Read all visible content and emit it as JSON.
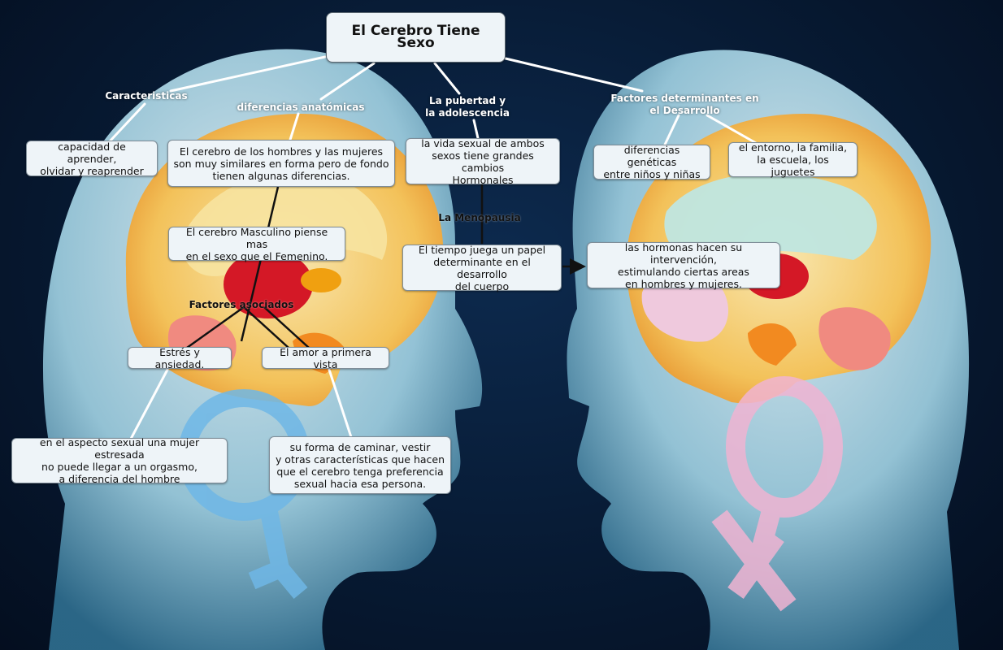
{
  "root": "El Cerebro Tiene Sexo",
  "labels": {
    "caracteristicas": "Caracteristicas",
    "diferencias": "diferencias anatómicas",
    "pubertad": "La pubertad y\nla adolescencia",
    "factores_desarrollo": "Factores determinantes en\nel Desarrollo",
    "menopausia": "La Menopausia",
    "factores_asociados": "Factores asociados"
  },
  "nodes": {
    "capacidad": "capacidad de aprender,\nolvidar y reaprender",
    "cerebro_similares": "El cerebro de los hombres y las mujeres\nson muy similares en forma pero de fondo\ntienen algunas diferencias.",
    "vida_sexual": "la vida sexual de ambos\nsexos tiene grandes cambios\nHormonales",
    "geneticas": "diferencias genéticas\nentre  niños y niñas",
    "entorno": "el entorno, la familia,\nla escuela, los juguetes",
    "masculino": "El cerebro Masculino piense mas\nen el sexo que el Femenino.",
    "tiempo": "El tiempo juega un papel\ndeterminante en el desarrollo\ndel cuerpo",
    "hormonas": "las hormonas hacen su intervención,\nestimulando ciertas areas\nen hombres y  mujeres.",
    "estres": "Estrés y ansiedad.",
    "amor": "El amor a primera vista",
    "aspecto_sexual": "en el aspecto sexual una mujer estresada\nno puede llegar a un orgasmo,\na diferencia del hombre",
    "forma_caminar": "su forma de caminar, vestir\ny otras características que hacen\nque el cerebro tenga preferencia\nsexual hacia esa persona."
  },
  "colors": {
    "background": "#071a33",
    "head": "#bfe3ef",
    "brain_outer": "#f2b84a",
    "brain_left_inner": "#f7e3a0",
    "brain_right_inner": "#bfe6e0",
    "male_symbol": "#6fb7e6",
    "female_symbol": "#f0b4d2",
    "node_fill": "#eef4f8"
  }
}
